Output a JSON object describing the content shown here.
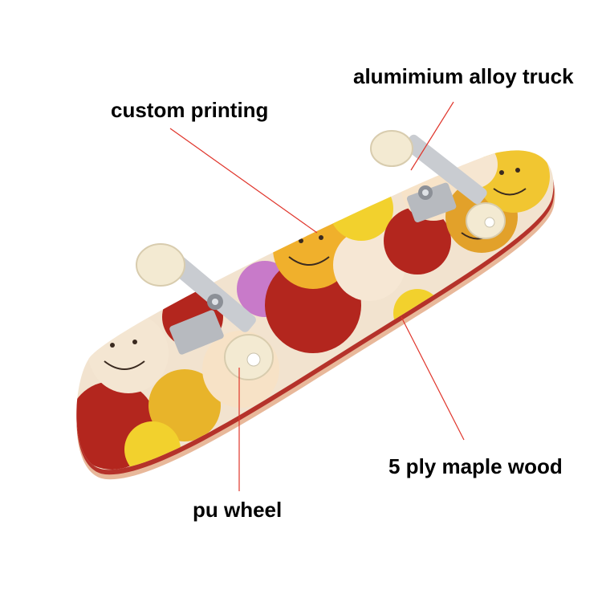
{
  "labels": {
    "truck": "alumimium alloy truck",
    "printing": "custom printing",
    "wood": "5 ply maple wood",
    "wheel": "pu wheel"
  },
  "colors": {
    "callout_line": "#e0352b",
    "deck_edge": "#e8b89a",
    "wheel": "#f3ead2",
    "truck": "#c9ccd1"
  }
}
